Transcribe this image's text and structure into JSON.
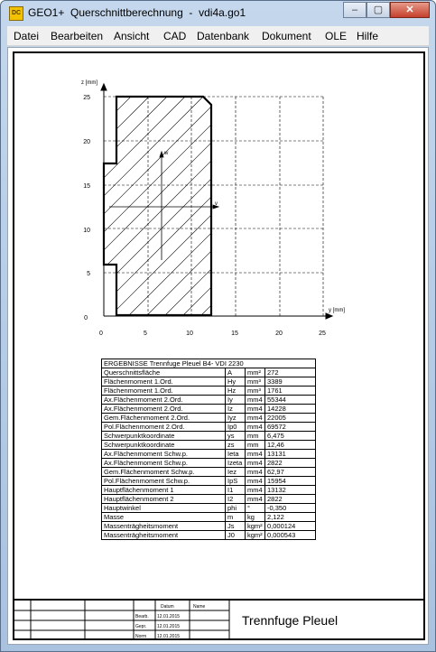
{
  "window": {
    "title": "GEO1+  Querschnittberechnung  -  vdi4a.go1",
    "icon": "geo1-app-icon",
    "controls": {
      "minimize": "–",
      "maximize": "▢",
      "close": "✕"
    }
  },
  "menu": [
    "Datei",
    "Bearbeiten",
    "Ansicht",
    "CAD",
    "Datenbank",
    "Dokument",
    "OLE",
    "Hilfe"
  ],
  "plot": {
    "z_axis_label": "z [mm]",
    "y_axis_label": "y [mm]",
    "z_ticks": [
      "25",
      "20",
      "15",
      "10",
      "5",
      "0"
    ],
    "y_ticks": [
      "0",
      "5",
      "10",
      "15",
      "20",
      "25"
    ],
    "axis_w": "w",
    "axis_v": "v"
  },
  "results": {
    "title": "ERGEBNISSE  Trennfuge Pleuel B4- VDI 2230",
    "rows": [
      [
        "Querschnittsfläche",
        "A",
        "mm²",
        "272"
      ],
      [
        "Flächenmoment 1.Ord.",
        "Hy",
        "mm³",
        "3389"
      ],
      [
        "Flächenmoment 1.Ord.",
        "Hz",
        "mm³",
        "1761"
      ],
      [
        "Ax.Flächenmoment 2.Ord.",
        "Iy",
        "mm4",
        "55344"
      ],
      [
        "Ax.Flächenmoment 2.Ord.",
        "Iz",
        "mm4",
        "14228"
      ],
      [
        "Gem.Flächenmoment 2.Ord.",
        "Iyz",
        "mm4",
        "22005"
      ],
      [
        "Pol.Flächenmoment 2.Ord.",
        "Ip0",
        "mm4",
        "69572"
      ],
      [
        "Schwerpunktkoordinate",
        "ys",
        "mm",
        "6,475"
      ],
      [
        "Schwerpunktkoordinate",
        "zs",
        "mm",
        "12,46"
      ],
      [
        "Ax.Flächenmoment Schw.p.",
        "Ieta",
        "mm4",
        "13131"
      ],
      [
        "Ax.Flächenmoment Schw.p.",
        "Izeta",
        "mm4",
        "2822"
      ],
      [
        "Gem.Flächenmoment Schw.p.",
        "Iez",
        "mm4",
        "62,97"
      ],
      [
        "Pol.Flächenmoment Schw.p.",
        "IpS",
        "mm4",
        "15954"
      ],
      [
        "Hauptflächenmoment 1",
        "I1",
        "mm4",
        "13132"
      ],
      [
        "Hauptflächenmoment 2",
        "I2",
        "mm4",
        "2822"
      ],
      [
        "Hauptwinkel",
        "phi",
        "°",
        "-0,350"
      ],
      [
        "Masse",
        "m",
        "kg",
        "2,122"
      ],
      [
        "Massenträgheitsmoment",
        "Js",
        "kgm²",
        "0,000124"
      ],
      [
        "Massenträgheitsmoment",
        "J0",
        "kgm²",
        "0,000543"
      ]
    ]
  },
  "titleblock": {
    "col_datum": "Datum",
    "col_name": "Name",
    "rows": [
      {
        "label": "Bearb.",
        "date": "12.01.2015"
      },
      {
        "label": "Gepr.",
        "date": "12.01.2015"
      },
      {
        "label": "Norm",
        "date": "12.01.2015"
      }
    ],
    "drawing_title": "Trennfuge Pleuel"
  }
}
